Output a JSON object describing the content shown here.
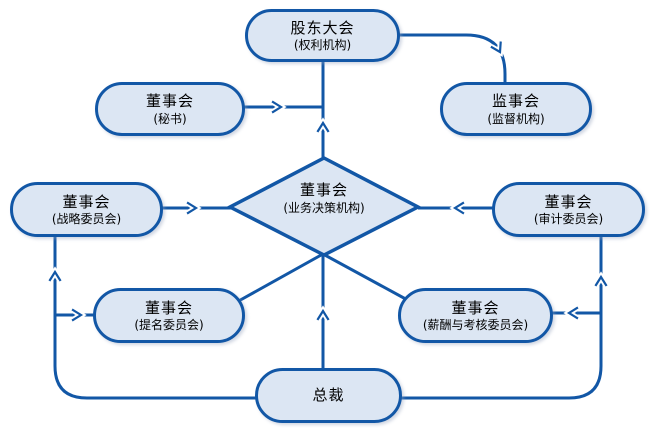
{
  "diagram": {
    "type": "org-chart",
    "background": "#ffffff",
    "colors": {
      "line": "#1257a6",
      "node_fill": "#dce6f3",
      "text": "#000000"
    },
    "nodes": [
      {
        "id": "shareholders-meeting",
        "title": "股东大会",
        "subtitle": "(权利机构)",
        "shape": "stadium"
      },
      {
        "id": "supervisory-board",
        "title": "监事会",
        "subtitle": "(监督机构)",
        "shape": "stadium"
      },
      {
        "id": "board-secretary",
        "title": "董事会",
        "subtitle": "(秘书)",
        "shape": "stadium"
      },
      {
        "id": "board-of-directors",
        "title": "董事会",
        "subtitle": "(业务决策机构)",
        "shape": "diamond"
      },
      {
        "id": "strategy-committee",
        "title": "董事会",
        "subtitle": "(战略委员会)",
        "shape": "stadium"
      },
      {
        "id": "audit-committee",
        "title": "董事会",
        "subtitle": "(审计委员会)",
        "shape": "stadium"
      },
      {
        "id": "nomination-committee",
        "title": "董事会",
        "subtitle": "(提名委员会)",
        "shape": "stadium"
      },
      {
        "id": "compensation-committee",
        "title": "董事会",
        "subtitle": "(薪酬与考核委员会)",
        "shape": "stadium"
      },
      {
        "id": "president",
        "title": "总裁",
        "subtitle": "",
        "shape": "stadium"
      }
    ],
    "connections": [
      {
        "from": "board-of-directors",
        "to": "shareholders-meeting",
        "arrow": "up"
      },
      {
        "from": "board-secretary",
        "to": "board-of-directors",
        "arrow": "right"
      },
      {
        "from": "shareholders-meeting",
        "to": "supervisory-board",
        "arrow": "curve-down"
      },
      {
        "from": "strategy-committee",
        "to": "board-of-directors",
        "arrow": "right"
      },
      {
        "from": "audit-committee",
        "to": "board-of-directors",
        "arrow": "left"
      },
      {
        "from": "board-of-directors",
        "to": "nomination-committee",
        "arrow": "none"
      },
      {
        "from": "board-of-directors",
        "to": "compensation-committee",
        "arrow": "none"
      },
      {
        "from": "president",
        "to": "board-of-directors",
        "arrow": "up"
      },
      {
        "from": "president",
        "to": "strategy-committee",
        "arrow": "up"
      },
      {
        "from": "president",
        "to": "nomination-committee",
        "arrow": "right"
      },
      {
        "from": "president",
        "to": "audit-committee",
        "arrow": "up"
      },
      {
        "from": "president",
        "to": "compensation-committee",
        "arrow": "left"
      }
    ]
  }
}
